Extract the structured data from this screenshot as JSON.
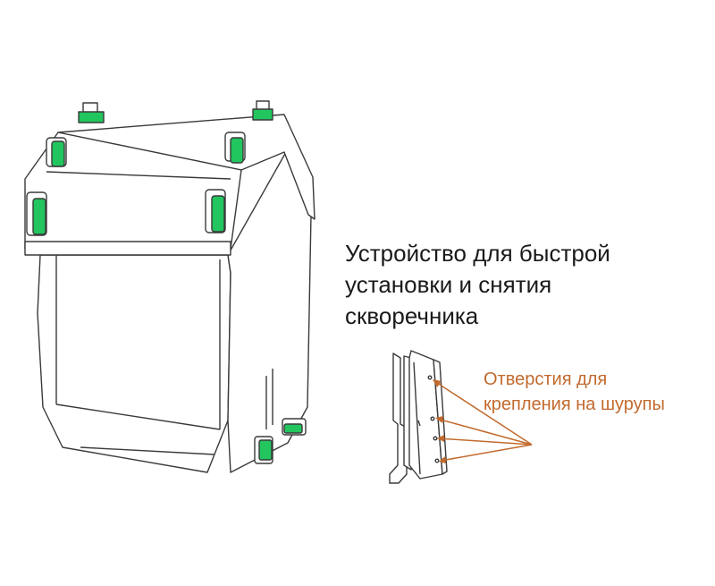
{
  "title_lines": [
    "Устройство для быстрой",
    "установки и снятия",
    "скворечника"
  ],
  "callout_lines": [
    "Отверстия для",
    "крепления на шурупы"
  ],
  "colors": {
    "line": "#3a3a3a",
    "clip_green": "#22c55e",
    "callout": "#c26a2e",
    "title": "#1a1a1a"
  }
}
